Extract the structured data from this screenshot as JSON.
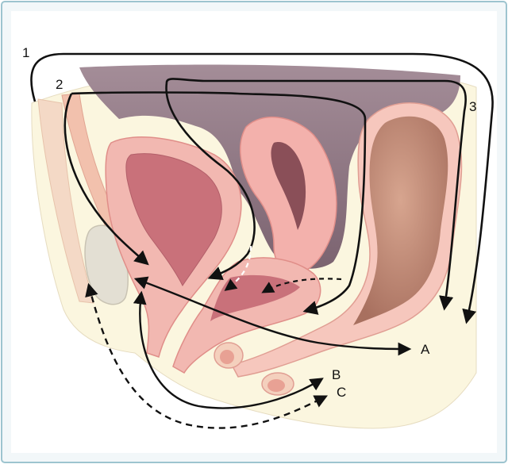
{
  "figure": {
    "colors": {
      "frame_border": "#9dc4cf",
      "panel_bg": "#f2f7f9",
      "peritoneum": "#8f7783",
      "peritoneum_dark": "#6d5562",
      "tissue_cream": "#fbf6df",
      "tissue_pink": "#f2b8b1",
      "tissue_pink_dark": "#e08e89",
      "organ_mucosa": "#c9717a",
      "uterus": "#f3b1ac",
      "bowel": "#c5907a",
      "bone": "#e3dfd3",
      "arrow": "#111111"
    },
    "route_labels": {
      "r1": "1",
      "r2": "2",
      "r3": "3"
    },
    "exit_labels": {
      "a": "A",
      "b": "B",
      "c": "C"
    }
  }
}
